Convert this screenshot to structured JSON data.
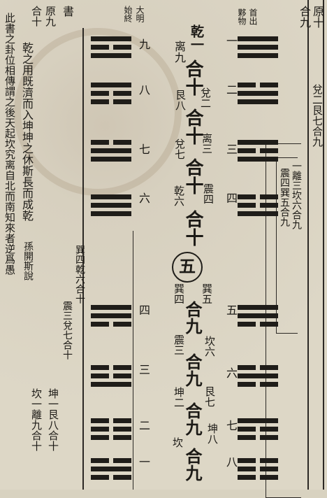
{
  "right_header": {
    "yuan": "原十",
    "he": "合九"
  },
  "right_col": {
    "shouchu": "首出",
    "ewu": "夥物",
    "nums": [
      "一",
      "二",
      "三",
      "四",
      "五",
      "六",
      "七",
      "八"
    ],
    "side_top": "兌二艮七合九",
    "inner_top": "一離三坎六合九",
    "inner_mid": "震四巽五合九"
  },
  "center": {
    "top": "乾一",
    "heshi_1": "合十",
    "li": "离九",
    "dui2": "兌二",
    "gen8": "艮八",
    "heshi_2": "合十",
    "li3": "离三",
    "dui7": "兌七",
    "heshi_3": "合十",
    "zhen4": "震四",
    "qian6": "乾六",
    "heshi_4": "合十",
    "circle": "五",
    "xun5a": "巽五",
    "xun4": "巽四",
    "hejiu_1": "合九",
    "kan6": "坎六",
    "zhen3": "震三",
    "hejiu_2": "合九",
    "gen7": "艮七",
    "kun2": "坤二",
    "hejiu_3": "合九",
    "kun8": "坤八",
    "kan": "坎",
    "hejiu_4": "合九"
  },
  "left_col": {
    "daming": "大明",
    "shizhong": "始終",
    "nums": [
      "九",
      "八",
      "七",
      "六",
      "四",
      "三",
      "二",
      "一"
    ],
    "xun_qian": "巽四乾六合十",
    "zhen_dui": "震三兌七合十",
    "kun_gen": "坤一艮八合十",
    "kan_li": "坎一離九合十"
  },
  "left_text": {
    "shu": "書",
    "yuanjiu": "原九",
    "heshi": "合十",
    "line1": "乾之用既濟而入坤坤之休斯長而成乾",
    "line1b": "孫開斯說",
    "line2": "此書之卦位相傳謂之後天起坎究离自北而南知來者逆爲愚"
  }
}
